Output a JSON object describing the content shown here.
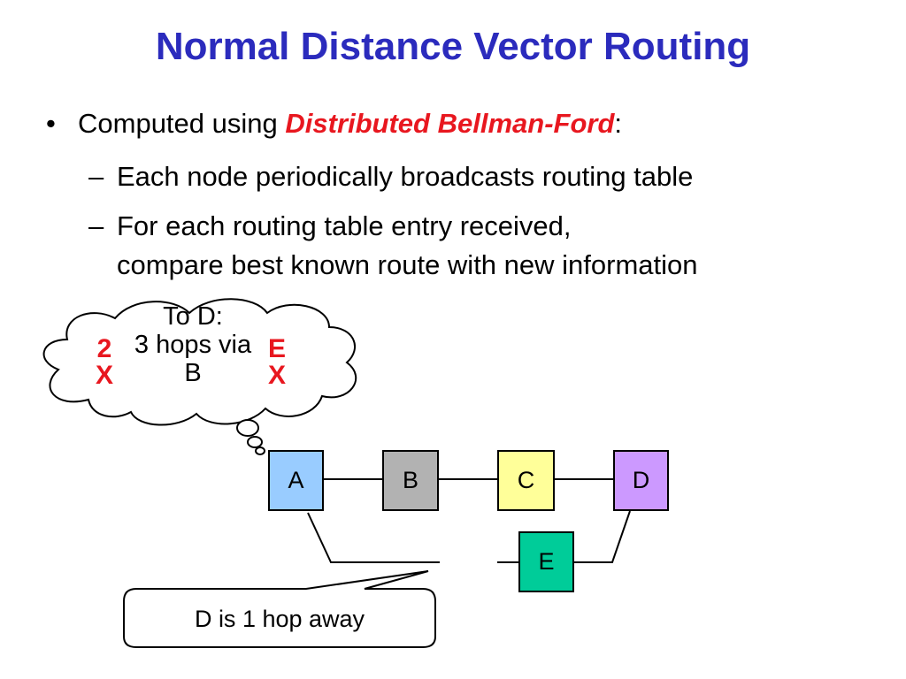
{
  "title": "Normal Distance Vector Routing",
  "bullet": {
    "symbol": "•",
    "prefix": "Computed using ",
    "emphasis": "Distributed Bellman-Ford",
    "suffix": ":"
  },
  "sub_items": [
    {
      "dash": "–",
      "line1": "Each node periodically broadcasts routing table",
      "line2": ""
    },
    {
      "dash": "–",
      "line1": "For each routing table entry received,",
      "line2": "compare best known route with new information"
    }
  ],
  "thought_bubble": {
    "line1": "To D:",
    "line2": "3 hops via",
    "line3": "B",
    "left_mark": {
      "top": "2",
      "bottom": "X"
    },
    "right_mark": {
      "top": "E",
      "bottom": "X"
    }
  },
  "nodes": [
    {
      "id": "A",
      "label": "A",
      "color": "#99ccff"
    },
    {
      "id": "B",
      "label": "B",
      "color": "#b2b2b2"
    },
    {
      "id": "C",
      "label": "C",
      "color": "#ffff99"
    },
    {
      "id": "D",
      "label": "D",
      "color": "#cc99ff"
    },
    {
      "id": "E",
      "label": "E",
      "color": "#00cc99"
    }
  ],
  "callout": "D is 1 hop away",
  "colors": {
    "title": "#2b2bbd",
    "emphasis": "#e8171f",
    "marks": "#e8171f"
  }
}
